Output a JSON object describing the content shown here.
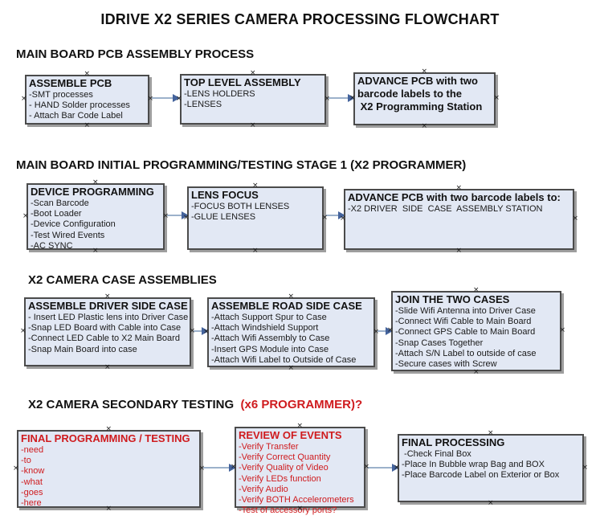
{
  "title": "IDRIVE X2  SERIES CAMERA PROCESSING FLOWCHART",
  "icons": {
    "connection_handle": "×"
  },
  "colors": {
    "box_fill": "#e2e8f4",
    "box_border": "#4b4b4b",
    "box_shadow": "#9e9e9e",
    "connector_line": "#9cb1cb",
    "connector_arrowhead": "#44639c",
    "accent_red": "#cf1b1e",
    "text": "#1a1a1a",
    "background": "#ffffff"
  },
  "sections": [
    {
      "heading": "MAIN BOARD PCB ASSEMBLY PROCESS",
      "boxes": [
        {
          "title": "ASSEMBLE PCB",
          "lines": [
            "-SMT processes",
            "- HAND Solder processes",
            "- Attach Bar Code Label"
          ]
        },
        {
          "title": "TOP LEVEL ASSEMBLY",
          "lines": [
            "-LENS HOLDERS",
            "-LENSES"
          ]
        },
        {
          "title": "ADVANCE PCB with two",
          "lines": [
            "barcode labels to the",
            " X2 Programming Station"
          ]
        }
      ]
    },
    {
      "heading": "MAIN BOARD INITIAL PROGRAMMING/TESTING STAGE 1 (X2 PROGRAMMER)",
      "boxes": [
        {
          "title": "DEVICE PROGRAMMING",
          "lines": [
            "-Scan Barcode",
            "-Boot Loader",
            "-Device Configuration",
            "-Test Wired Events",
            "-AC SYNC"
          ]
        },
        {
          "title": "LENS FOCUS",
          "lines": [
            "-FOCUS BOTH LENSES",
            "-GLUE LENSES"
          ]
        },
        {
          "title": "ADVANCE PCB with two barcode labels to:",
          "lines": [
            "-X2 DRIVER  SIDE  CASE  ASSEMBLY STATION"
          ]
        }
      ]
    },
    {
      "heading": "X2 CAMERA CASE ASSEMBLIES",
      "boxes": [
        {
          "title": "ASSEMBLE DRIVER SIDE CASE",
          "lines": [
            "- Insert LED Plastic lens into Driver Case",
            "-Snap LED Board with Cable into Case",
            "-Connect LED Cable to X2 Main Board",
            "-Snap Main Board into case"
          ]
        },
        {
          "title": "ASSEMBLE ROAD SIDE CASE",
          "lines": [
            "-Attach Support Spur to Case",
            "-Attach Windshield Support",
            "-Attach Wifi Assembly to Case",
            "-Insert GPS Module into Case",
            "-Attach Wifi Label to Outside of Case"
          ]
        },
        {
          "title": "JOIN THE TWO CASES",
          "lines": [
            "-Slide Wifi Antenna into Driver Case",
            "-Connect Wifi Cable to Main Board",
            "-Connect GPS Cable to Main Board",
            "-Snap Cases Together",
            "-Attach S/N Label to outside of case",
            "-Secure cases with Screw"
          ]
        }
      ]
    },
    {
      "heading_black": "X2 CAMERA SECONDARY TESTING  ",
      "heading_red": "(x6 PROGRAMMER)?",
      "boxes": [
        {
          "title": "FINAL PROGRAMMING / TESTING",
          "lines": [
            "-need",
            "-to",
            "-know",
            "-what",
            "-goes",
            "-here"
          ]
        },
        {
          "title": "REVIEW OF EVENTS",
          "lines": [
            "-Verify Transfer",
            "-Verify Correct Quantity",
            "-Verify Quality of Video",
            "-Verify LEDs function",
            "-Verify Audio",
            "-Verify BOTH Accelerometers",
            "-Test of accessory ports?"
          ]
        },
        {
          "title": "FINAL PROCESSING",
          "lines": [
            " -Check Final Box",
            "-Place In Bubble wrap Bag and BOX",
            "-Place Barcode Label on Exterior or Box"
          ]
        }
      ]
    }
  ]
}
